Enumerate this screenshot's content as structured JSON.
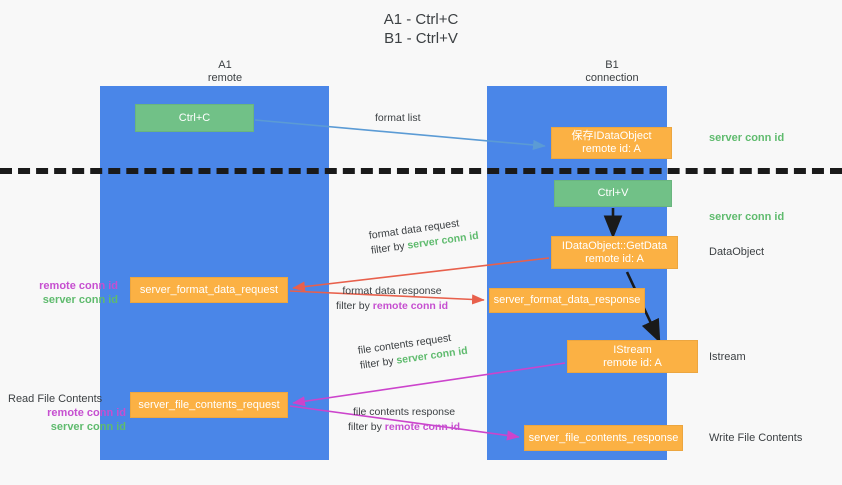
{
  "title": "A1 - Ctrl+C\nB1 - Ctrl+V",
  "lanes": [
    {
      "name": "lane-a",
      "title": "A1\nremote"
    },
    {
      "name": "lane-b",
      "title": "B1\nconnection"
    }
  ],
  "nodes": {
    "ctrl_c": "Ctrl+C",
    "save_idataobject": "保存IDataObject\nremote id: A",
    "ctrl_v": "Ctrl+V",
    "getdata": "IDataObject::GetData\nremote id: A",
    "server_format_data_request": "server_format_data_request",
    "server_format_data_response": "server_format_data_response",
    "istream": "IStream\nremote id: A",
    "server_file_contents_request": "server_file_contents_request",
    "server_file_contents_response": "server_file_contents_response"
  },
  "edge_labels": {
    "format_list": "format list",
    "format_data_request": "format data request",
    "format_data_request_filter_prefix": "filter by ",
    "format_data_request_filter_value": "server conn id",
    "format_data_response": "format data response",
    "format_data_response_filter_prefix": "filter by ",
    "format_data_response_filter_value": "remote conn id",
    "file_contents_request": "file contents request",
    "file_contents_request_filter_prefix": "filter by ",
    "file_contents_request_filter_value": "server conn id",
    "file_contents_response": "file contents response",
    "file_contents_response_filter_prefix": "filter by ",
    "file_contents_response_filter_value": "remote conn id"
  },
  "side_notes": {
    "server_conn_id_top": "server conn id",
    "server_conn_id_mid": "server conn id",
    "dataobject": "DataObject",
    "istream": "Istream",
    "write_file_contents": "Write File Contents"
  },
  "left_notes": {
    "remote_conn_id_1": "remote conn id",
    "server_conn_id_1": "server conn id",
    "read_file_contents": "Read File Contents",
    "remote_conn_id_2": "remote conn id",
    "server_conn_id_2": "server conn id"
  },
  "colors": {
    "lane": "#4a86e8",
    "node_green": "#71c187",
    "node_orange": "#fbb144",
    "server_conn_id": "#5fbb6e",
    "remote_conn_id": "#c64fd0",
    "edge_blue": "#5b9bd5",
    "edge_red": "#e8604c",
    "edge_magenta": "#cc44cc",
    "edge_black": "#1a1a1a",
    "background": "#f8f8f8"
  }
}
